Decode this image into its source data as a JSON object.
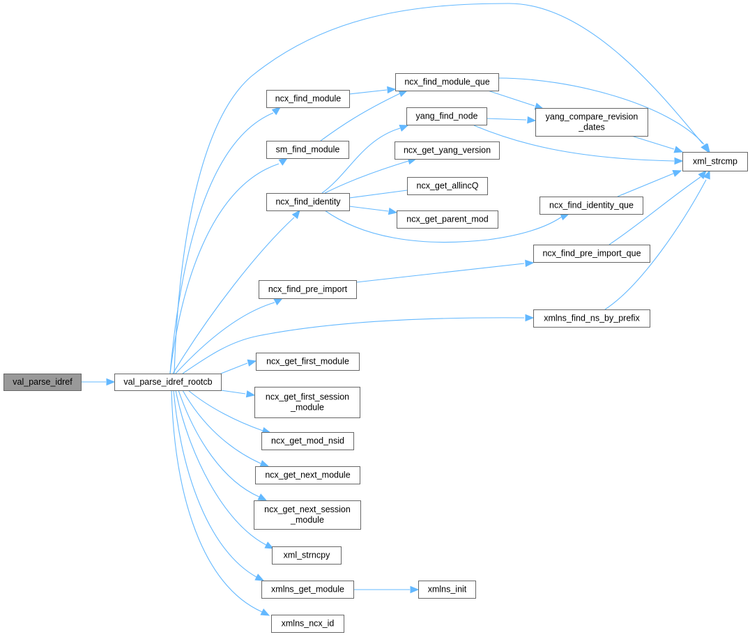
{
  "diagram": {
    "nodes": [
      {
        "id": "val_parse_idref",
        "lines": [
          "val_parse_idref"
        ],
        "root": true
      },
      {
        "id": "val_parse_idref_rootcb",
        "lines": [
          "val_parse_idref_rootcb"
        ]
      },
      {
        "id": "ncx_find_module",
        "lines": [
          "ncx_find_module"
        ]
      },
      {
        "id": "sm_find_module",
        "lines": [
          "sm_find_module"
        ]
      },
      {
        "id": "ncx_find_identity",
        "lines": [
          "ncx_find_identity"
        ]
      },
      {
        "id": "ncx_find_pre_import",
        "lines": [
          "ncx_find_pre_import"
        ]
      },
      {
        "id": "ncx_get_first_module",
        "lines": [
          "ncx_get_first_module"
        ]
      },
      {
        "id": "ncx_get_first_session_module",
        "lines": [
          "ncx_get_first_session",
          "_module"
        ]
      },
      {
        "id": "ncx_get_mod_nsid",
        "lines": [
          "ncx_get_mod_nsid"
        ]
      },
      {
        "id": "ncx_get_next_module",
        "lines": [
          "ncx_get_next_module"
        ]
      },
      {
        "id": "ncx_get_next_session_module",
        "lines": [
          "ncx_get_next_session",
          "_module"
        ]
      },
      {
        "id": "xml_strncpy",
        "lines": [
          "xml_strncpy"
        ]
      },
      {
        "id": "xmlns_get_module",
        "lines": [
          "xmlns_get_module"
        ]
      },
      {
        "id": "xmlns_ncx_id",
        "lines": [
          "xmlns_ncx_id"
        ]
      },
      {
        "id": "ncx_find_module_que",
        "lines": [
          "ncx_find_module_que"
        ]
      },
      {
        "id": "yang_find_node",
        "lines": [
          "yang_find_node"
        ]
      },
      {
        "id": "ncx_get_yang_version",
        "lines": [
          "ncx_get_yang_version"
        ]
      },
      {
        "id": "ncx_get_allincQ",
        "lines": [
          "ncx_get_allincQ"
        ]
      },
      {
        "id": "ncx_get_parent_mod",
        "lines": [
          "ncx_get_parent_mod"
        ]
      },
      {
        "id": "yang_compare_revision_dates",
        "lines": [
          "yang_compare_revision",
          "_dates"
        ]
      },
      {
        "id": "ncx_find_identity_que",
        "lines": [
          "ncx_find_identity_que"
        ]
      },
      {
        "id": "ncx_find_pre_import_que",
        "lines": [
          "ncx_find_pre_import_que"
        ]
      },
      {
        "id": "xmlns_find_ns_by_prefix",
        "lines": [
          "xmlns_find_ns_by_prefix"
        ]
      },
      {
        "id": "xml_strcmp",
        "lines": [
          "xml_strcmp"
        ]
      },
      {
        "id": "xmlns_init",
        "lines": [
          "xmlns_init"
        ]
      }
    ],
    "edges": [
      {
        "from": "val_parse_idref",
        "to": "val_parse_idref_rootcb"
      },
      {
        "from": "val_parse_idref_rootcb",
        "to": "xml_strcmp"
      },
      {
        "from": "val_parse_idref_rootcb",
        "to": "ncx_find_module"
      },
      {
        "from": "val_parse_idref_rootcb",
        "to": "sm_find_module"
      },
      {
        "from": "val_parse_idref_rootcb",
        "to": "ncx_find_identity"
      },
      {
        "from": "val_parse_idref_rootcb",
        "to": "ncx_find_pre_import"
      },
      {
        "from": "val_parse_idref_rootcb",
        "to": "xmlns_find_ns_by_prefix"
      },
      {
        "from": "val_parse_idref_rootcb",
        "to": "ncx_get_first_module"
      },
      {
        "from": "val_parse_idref_rootcb",
        "to": "ncx_get_first_session_module"
      },
      {
        "from": "val_parse_idref_rootcb",
        "to": "ncx_get_mod_nsid"
      },
      {
        "from": "val_parse_idref_rootcb",
        "to": "ncx_get_next_module"
      },
      {
        "from": "val_parse_idref_rootcb",
        "to": "ncx_get_next_session_module"
      },
      {
        "from": "val_parse_idref_rootcb",
        "to": "xml_strncpy"
      },
      {
        "from": "val_parse_idref_rootcb",
        "to": "xmlns_get_module"
      },
      {
        "from": "val_parse_idref_rootcb",
        "to": "xmlns_ncx_id"
      },
      {
        "from": "ncx_find_module",
        "to": "ncx_find_module_que"
      },
      {
        "from": "sm_find_module",
        "to": "ncx_find_module_que"
      },
      {
        "from": "ncx_find_module_que",
        "to": "yang_compare_revision_dates"
      },
      {
        "from": "ncx_find_module_que",
        "to": "xml_strcmp"
      },
      {
        "from": "ncx_find_identity",
        "to": "yang_find_node"
      },
      {
        "from": "ncx_find_identity",
        "to": "ncx_get_yang_version"
      },
      {
        "from": "ncx_find_identity",
        "to": "ncx_get_allincQ"
      },
      {
        "from": "ncx_find_identity",
        "to": "ncx_get_parent_mod"
      },
      {
        "from": "ncx_find_identity",
        "to": "ncx_find_identity_que"
      },
      {
        "from": "yang_find_node",
        "to": "yang_compare_revision_dates"
      },
      {
        "from": "yang_find_node",
        "to": "xml_strcmp"
      },
      {
        "from": "yang_compare_revision_dates",
        "to": "xml_strcmp"
      },
      {
        "from": "ncx_find_identity_que",
        "to": "xml_strcmp"
      },
      {
        "from": "ncx_find_pre_import",
        "to": "ncx_find_pre_import_que"
      },
      {
        "from": "ncx_find_pre_import_que",
        "to": "xml_strcmp"
      },
      {
        "from": "xmlns_find_ns_by_prefix",
        "to": "xml_strcmp"
      },
      {
        "from": "xmlns_get_module",
        "to": "xmlns_init"
      }
    ]
  }
}
